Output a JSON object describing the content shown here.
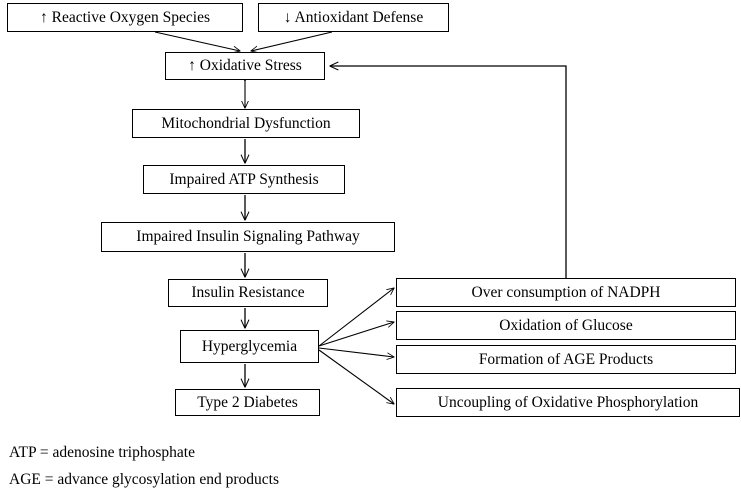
{
  "diagram": {
    "title_text": "",
    "colors": {
      "stroke": "#000000",
      "background": "#ffffff",
      "text": "#000000"
    },
    "nodes": {
      "reactive_oxygen_species": "↑ Reactive Oxygen Species",
      "antioxidant_defense": "↓ Antioxidant Defense",
      "oxidative_stress": "↑ Oxidative Stress",
      "mitochondrial_dysfunction": "Mitochondrial Dysfunction",
      "impaired_atp_synthesis": "Impaired ATP Synthesis",
      "impaired_insulin_signaling": "Impaired Insulin Signaling Pathway",
      "insulin_resistance": "Insulin Resistance",
      "hyperglycemia": "Hyperglycemia",
      "type_2_diabetes": "Type 2 Diabetes",
      "over_consumption_nadph": "Over consumption of NADPH",
      "oxidation_of_glucose": "Oxidation of Glucose",
      "formation_age_products": "Formation of AGE Products",
      "uncoupling_oxphos": "Uncoupling of Oxidative Phosphorylation"
    },
    "legend": [
      "ATP = adenosine triphosphate",
      "AGE = advance glycosylation end products"
    ],
    "edges": [
      {
        "from": "reactive_oxygen_species",
        "to": "oxidative_stress",
        "style": "single-arrow"
      },
      {
        "from": "antioxidant_defense",
        "to": "oxidative_stress",
        "style": "single-arrow"
      },
      {
        "from": "oxidative_stress",
        "to": "mitochondrial_dysfunction",
        "style": "double-arrow"
      },
      {
        "from": "mitochondrial_dysfunction",
        "to": "impaired_atp_synthesis",
        "style": "single-arrow"
      },
      {
        "from": "impaired_atp_synthesis",
        "to": "impaired_insulin_signaling",
        "style": "single-arrow"
      },
      {
        "from": "impaired_insulin_signaling",
        "to": "insulin_resistance",
        "style": "single-arrow"
      },
      {
        "from": "insulin_resistance",
        "to": "hyperglycemia",
        "style": "single-arrow"
      },
      {
        "from": "hyperglycemia",
        "to": "type_2_diabetes",
        "style": "single-arrow"
      },
      {
        "from": "hyperglycemia",
        "to": "over_consumption_nadph",
        "style": "single-arrow"
      },
      {
        "from": "hyperglycemia",
        "to": "oxidation_of_glucose",
        "style": "single-arrow"
      },
      {
        "from": "hyperglycemia",
        "to": "formation_age_products",
        "style": "single-arrow"
      },
      {
        "from": "hyperglycemia",
        "to": "uncoupling_oxphos",
        "style": "single-arrow"
      },
      {
        "from": "over_consumption_nadph",
        "to": "oxidative_stress",
        "style": "feedback-loop"
      }
    ]
  }
}
